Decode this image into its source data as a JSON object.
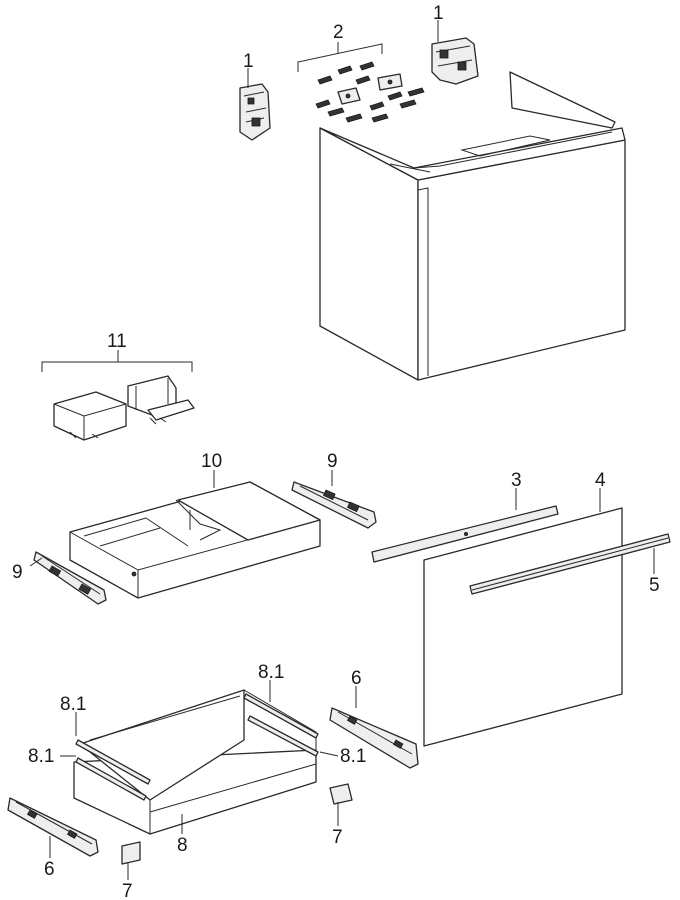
{
  "labels": {
    "l1a": "1",
    "l1b": "1",
    "l2": "2",
    "l3": "3",
    "l4": "4",
    "l5": "5",
    "l6a": "6",
    "l6b": "6",
    "l7a": "7",
    "l7b": "7",
    "l8": "8",
    "l81a": "8.1",
    "l81b": "8.1",
    "l81c": "8.1",
    "l81d": "8.1",
    "l9a": "9",
    "l9b": "9",
    "l10": "10",
    "l11": "11"
  }
}
